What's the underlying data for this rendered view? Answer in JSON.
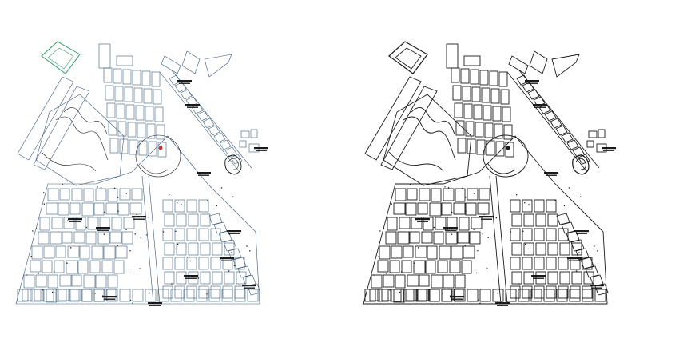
{
  "drawing": {
    "panels": [
      {
        "id": "left",
        "style": "colored-cad-lines"
      },
      {
        "id": "right",
        "style": "black-cad-lines"
      }
    ],
    "colors": {
      "background": "#ffffff",
      "line_dark": "#1a1a1a",
      "line_blue": "#3a5a7a",
      "line_green": "#2e9a6a",
      "marker_red": "#d03030"
    },
    "icons": [
      "map-icon"
    ]
  }
}
